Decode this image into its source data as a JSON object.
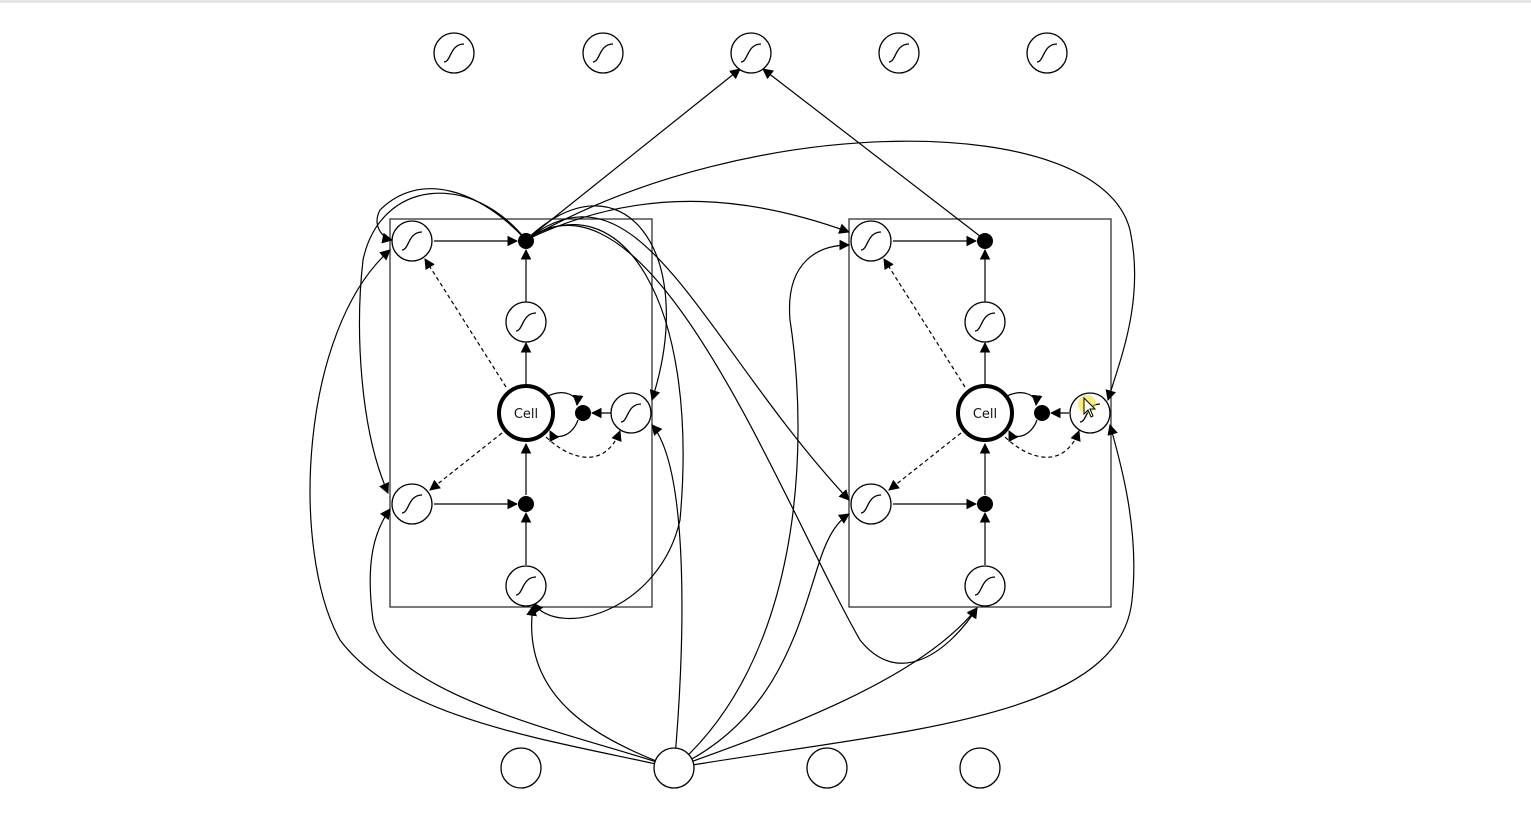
{
  "diagram": {
    "type": "LSTM network diagram",
    "memory_blocks": [
      {
        "id": "block-1",
        "cell_label": "Cell"
      },
      {
        "id": "block-2",
        "cell_label": "Cell"
      }
    ],
    "input_units_count": 4,
    "output_units_count": 5,
    "node_shapes": [
      "sigmoid-unit",
      "multiplicative-gate",
      "input-unit",
      "memory-cell"
    ],
    "colors": {
      "stroke": "#000000",
      "background": "#ffffff",
      "cursor": "#f1e000"
    }
  },
  "caption": {
    "text": ""
  }
}
